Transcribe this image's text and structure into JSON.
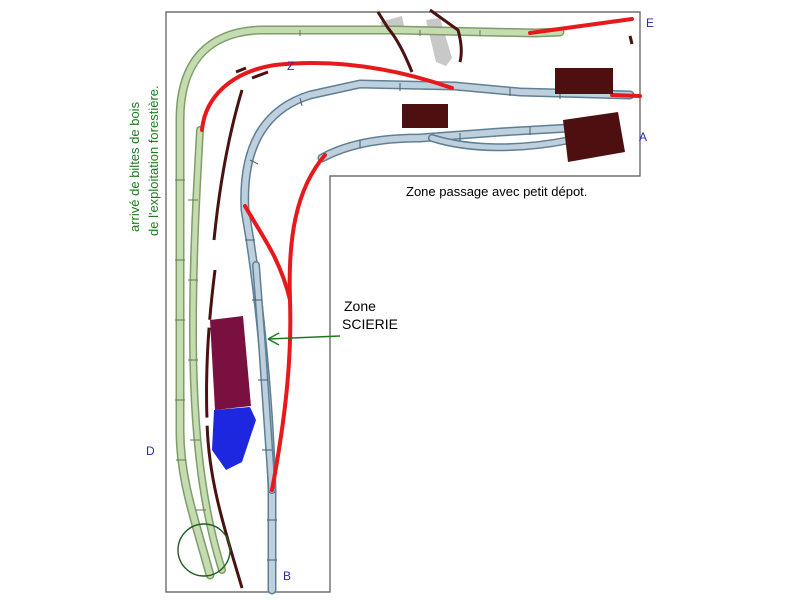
{
  "labels": {
    "point_e": "E",
    "point_z": "Z",
    "point_a": "A",
    "point_d": "D",
    "point_b": "B",
    "zone_depot": "Zone passage avec petit dépot.",
    "zone_scierie_line1": "Zone",
    "zone_scierie_line2": "SCIERIE",
    "vertical_line1": "arrivé de biltes de bois",
    "vertical_line2": "de l'exploitation forestière."
  },
  "colors": {
    "background": "#ffffff",
    "outline": "#555555",
    "green_track": "#c4dcb0",
    "green_track_edge": "#7e9d6a",
    "blue_track": "#bed0de",
    "blue_track_edge": "#5f7f95",
    "red_track": "#e8191c",
    "brown_track": "#4a1110",
    "building": "#4d0f0f",
    "scierie_building": "#7a1040",
    "water": "#1d27e0",
    "grey_structure": "#c8c8c8",
    "arrow": "#1f7a1f",
    "vertical_text": "#1f7a1f",
    "point_letter": "#2a2ab0",
    "circle": "#1f5f1f"
  }
}
